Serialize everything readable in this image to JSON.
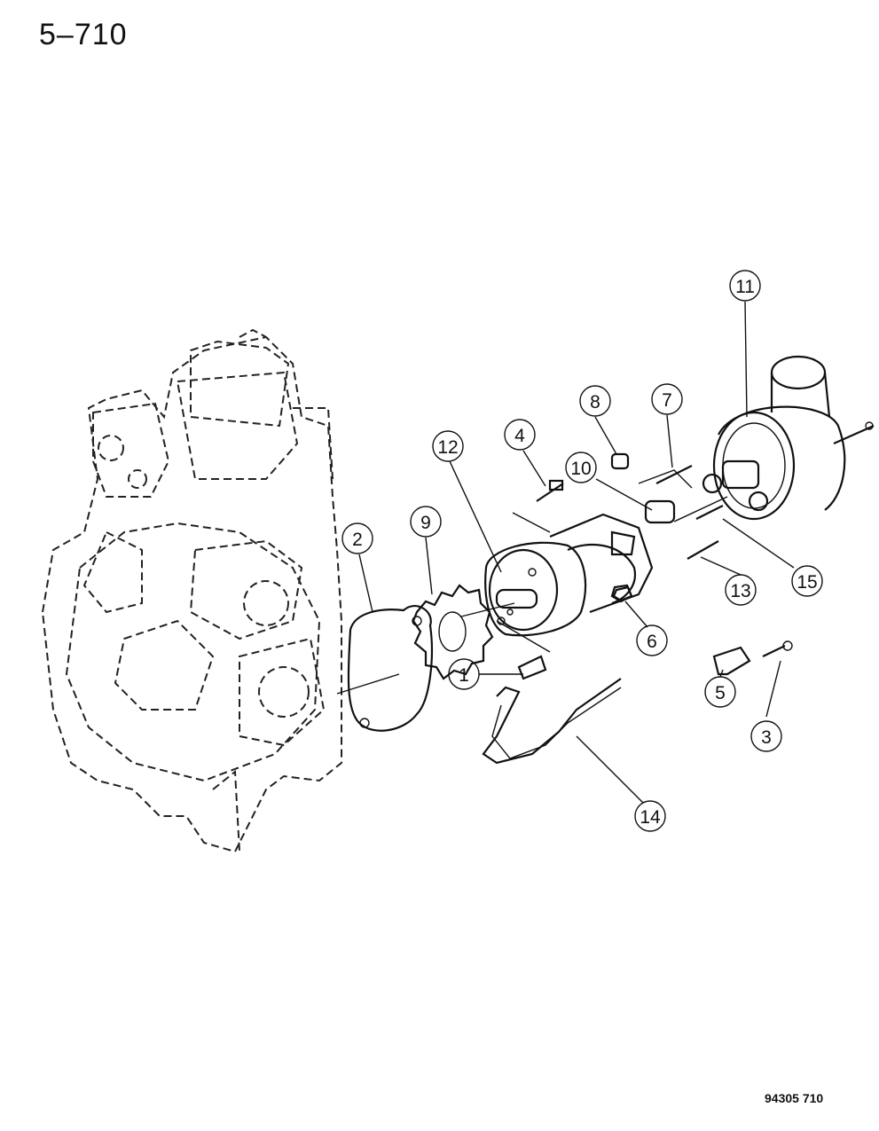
{
  "header": {
    "page_id": "5–710"
  },
  "footer": {
    "figure_code": "94305 710"
  },
  "callouts": [
    "1",
    "2",
    "3",
    "4",
    "5",
    "6",
    "7",
    "8",
    "9",
    "10",
    "11",
    "12",
    "13",
    "14",
    "15"
  ]
}
